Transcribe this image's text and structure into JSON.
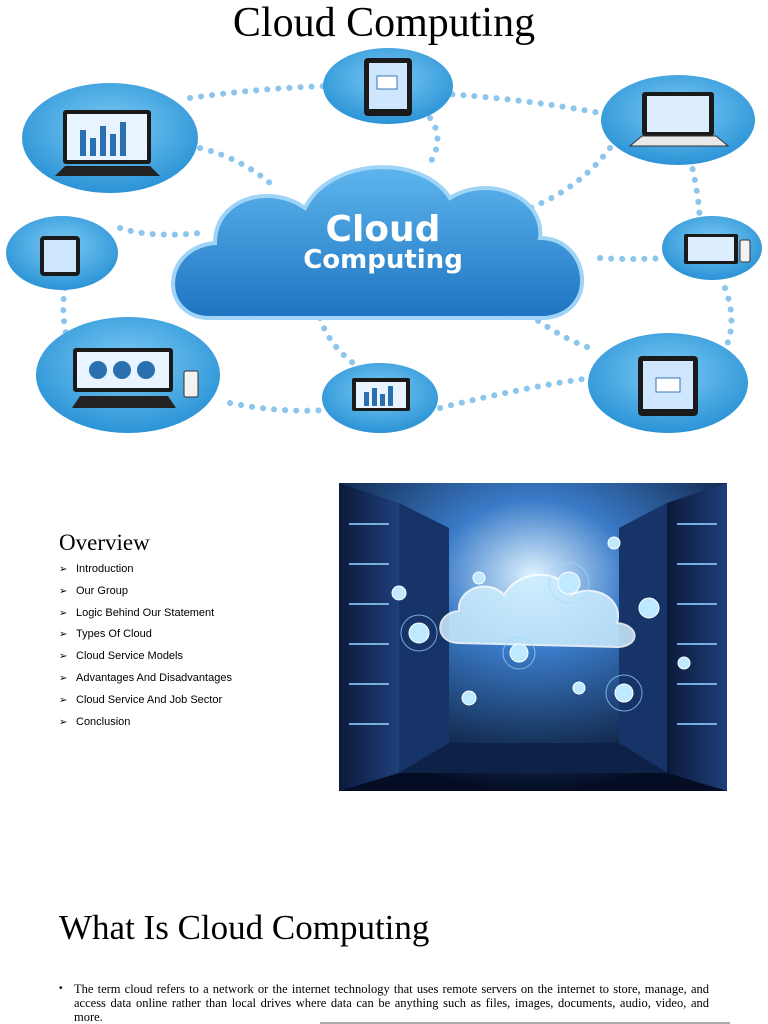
{
  "page": {
    "title": "Cloud Computing"
  },
  "hero": {
    "cloud_line1": "Cloud",
    "cloud_line2": "Computing",
    "colors": {
      "bubble": "#4aaee6",
      "bubble_dark": "#1e7fc4",
      "dots": "#8cc6ec",
      "cloud": "#2f8fd8",
      "cloud_light": "#6ec0f2"
    },
    "icons": [
      "desktop-chart-icon",
      "tablet-mail-icon",
      "laptop-icon",
      "phone-icon",
      "desktop-mail-icon",
      "desktop-pie-icon",
      "monitor-chart-icon",
      "tablet-icon"
    ]
  },
  "overview": {
    "heading": "Overview",
    "items": [
      "Introduction",
      "Our Group",
      "Logic Behind Our Statement",
      "Types Of Cloud",
      "Cloud Service Models",
      "Advantages And Disadvantages",
      "Cloud Service And Job Sector",
      "Conclusion"
    ]
  },
  "section": {
    "heading": "What Is Cloud Computing",
    "bullet": "•",
    "body": "The term cloud refers to a network or the internet technology that uses remote servers on the internet to store, manage, and access data online rather than local drives where data can be anything such as files, images, documents, audio, video, and more."
  }
}
